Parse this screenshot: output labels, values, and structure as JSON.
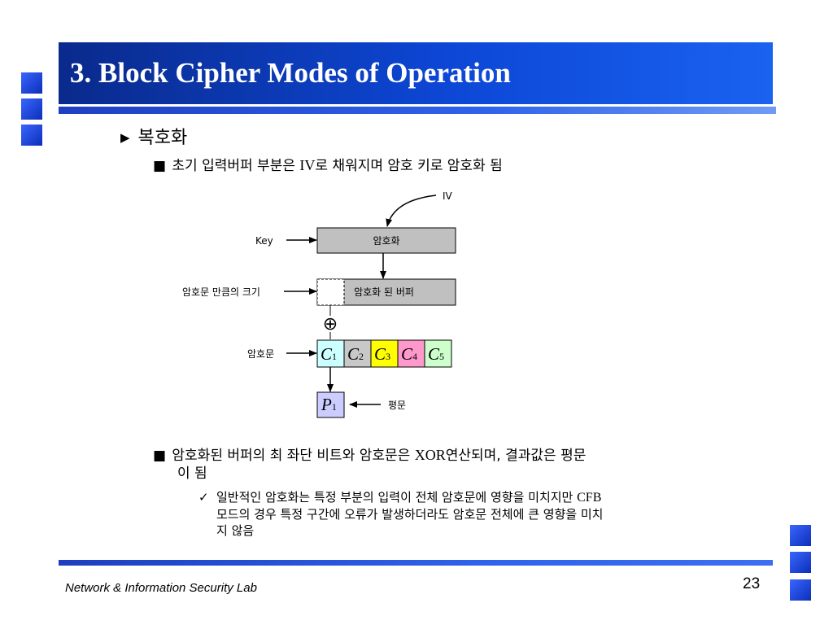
{
  "title": "3. Block Cipher Modes of Operation",
  "bullet_main": "복호화",
  "bullet_sub1": {
    "pre": "초기 입력버퍼 부분은 ",
    "iv": "IV",
    "post": "로 채워지며 암호 키로 암호화 됨"
  },
  "diagram": {
    "iv_label": "IV",
    "key_label": "Key",
    "encrypt_box": "암호화",
    "buffer_label": "암호문 만큼의 크기",
    "buffer_box": "암호화 된 버퍼",
    "xor_symbol": "⊕",
    "ciphertext_label": "암호문",
    "cipher_letter": "C",
    "cells": [
      {
        "sub": "1",
        "color": "#ccffff"
      },
      {
        "sub": "2",
        "color": "#c8c8c8"
      },
      {
        "sub": "3",
        "color": "#ffff00"
      },
      {
        "sub": "4",
        "color": "#ff99cc"
      },
      {
        "sub": "5",
        "color": "#ccffcc"
      }
    ],
    "plain_letter": "P",
    "plain_sub": "1",
    "plain_color": "#ccccff",
    "plain_label": "평문",
    "box_fill": "#c0c0c0"
  },
  "bullet_sub2": {
    "l1_pre": "암호화된 버퍼의 최 좌단 비트와 암호문은 ",
    "xor": "XOR",
    "l1_post": "연산되며,  결과값은 평문",
    "l2": "이 됨"
  },
  "check": {
    "l1_pre": "일반적인 암호화는 특정 부분의 입력이 전체 암호문에 영향을 미치지만 ",
    "cfb": "CFB",
    "l2": "모드의 경우 특정 구간에 오류가 발생하더라도 암호문 전체에 큰 영향을 미치",
    "l3": "지 않음"
  },
  "footer": {
    "lab": "Network & Information Security Lab",
    "page": "23"
  },
  "colors": {
    "title_bar": "#0d47d6",
    "deco_square": "#1e4fe0"
  }
}
